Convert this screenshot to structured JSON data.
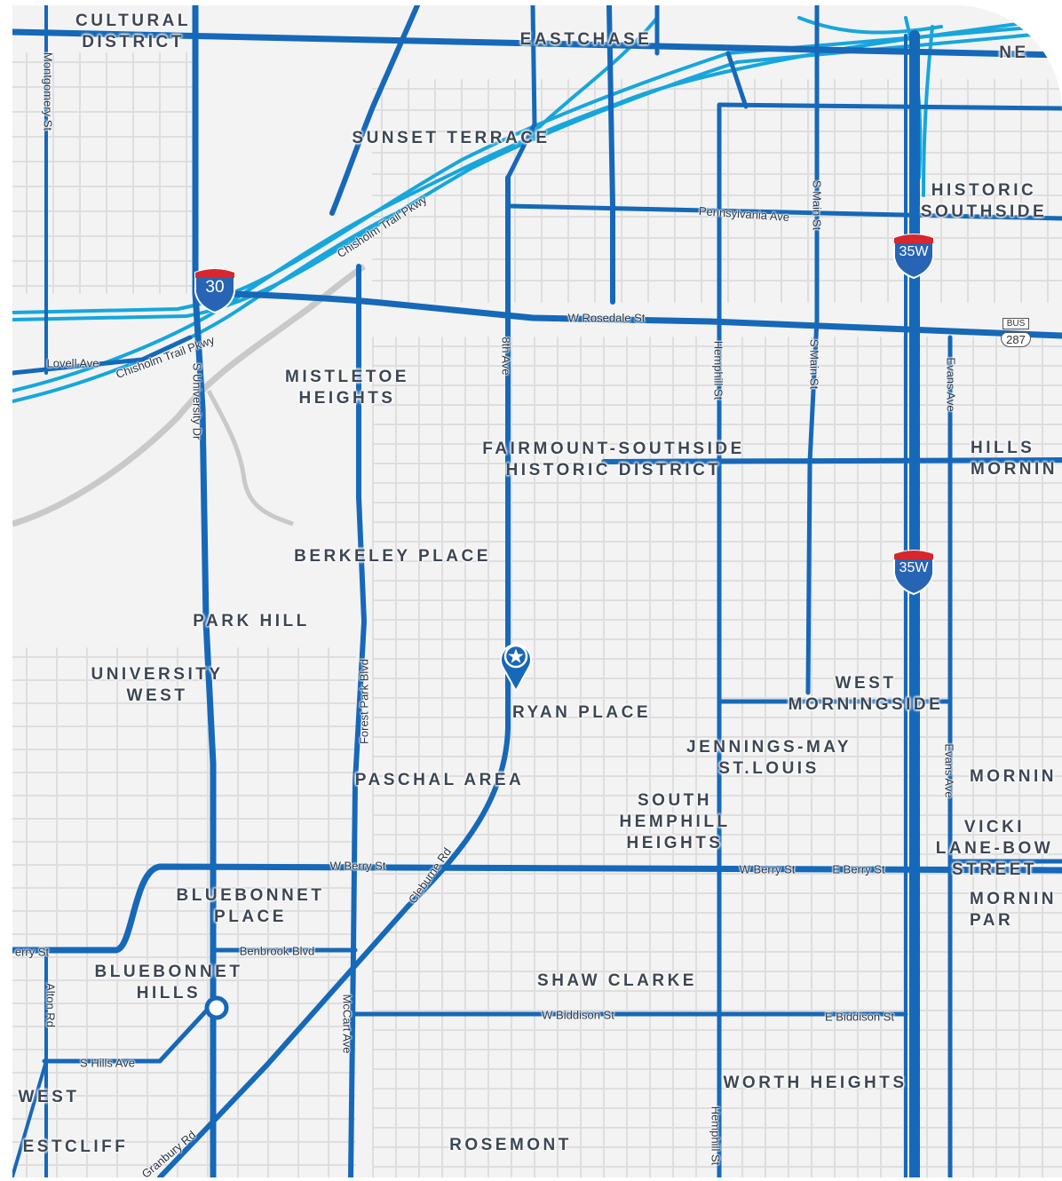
{
  "map": {
    "colors": {
      "background": "#f3f3f3",
      "street_grid": "#dedede",
      "major_road": "#1668b8",
      "freeway_ramp": "#16a6dc",
      "river": "#c9c9c9",
      "label_text": "#3d4654",
      "shield_red": "#d6262e",
      "shield_blue": "#2864b4"
    },
    "neighborhoods": [
      {
        "id": "cultural-district",
        "text": "CULTURAL\nDISTRICT"
      },
      {
        "id": "eastchase",
        "text": "EASTCHASE"
      },
      {
        "id": "ne-partial",
        "text": "NE"
      },
      {
        "id": "sunset-terrace",
        "text": "SUNSET TERRACE"
      },
      {
        "id": "historic-southside",
        "text": "HISTORIC\nSOUTHSIDE"
      },
      {
        "id": "mistletoe-heights",
        "text": "MISTLETOE\nHEIGHTS"
      },
      {
        "id": "fairmount-southside",
        "text": "FAIRMOUNT-SOUTHSIDE\nHISTORIC DISTRICT"
      },
      {
        "id": "hills-morning",
        "text": "HILLS\nMORNIN"
      },
      {
        "id": "berkeley-place",
        "text": "BERKELEY PLACE"
      },
      {
        "id": "park-hill",
        "text": "PARK HILL"
      },
      {
        "id": "university-west",
        "text": "UNIVERSITY\nWEST"
      },
      {
        "id": "ryan-place",
        "text": "RYAN PLACE"
      },
      {
        "id": "west-morningside",
        "text": "WEST\nMORNINGSIDE"
      },
      {
        "id": "jennings-may",
        "text": "JENNINGS-MAY\nST.LOUIS"
      },
      {
        "id": "paschal-area",
        "text": "PASCHAL AREA"
      },
      {
        "id": "south-hemphill",
        "text": "SOUTH\nHEMPHILL\nHEIGHTS"
      },
      {
        "id": "morning-partial",
        "text": "MORNIN"
      },
      {
        "id": "vicki-lane",
        "text": "VICKI\nLANE-BOW\nSTREET"
      },
      {
        "id": "bluebonnet-place",
        "text": "BLUEBONNET\nPLACE"
      },
      {
        "id": "morning-park",
        "text": "MORNIN\nPAR"
      },
      {
        "id": "bluebonnet-hills",
        "text": "BLUEBONNET\nHILLS"
      },
      {
        "id": "shaw-clarke",
        "text": "SHAW CLARKE"
      },
      {
        "id": "worth-heights",
        "text": "WORTH HEIGHTS"
      },
      {
        "id": "west-partial",
        "text": "WEST"
      },
      {
        "id": "westcliff-partial",
        "text": "ESTCLIFF"
      },
      {
        "id": "rosemont",
        "text": "ROSEMONT"
      }
    ],
    "streets": [
      {
        "id": "montgomery-st",
        "text": "Montgomery St"
      },
      {
        "id": "pennsylvania-ave",
        "text": "Pennsylvania Ave"
      },
      {
        "id": "s-main-st-north",
        "text": "S Main St"
      },
      {
        "id": "chisholm-trail-pkwy-1",
        "text": "Chisholm Trail Pkwy"
      },
      {
        "id": "chisholm-trail-pkwy-2",
        "text": "Chisholm Trail Pkwy"
      },
      {
        "id": "w-rosedale-st",
        "text": "W Rosedale St"
      },
      {
        "id": "lovell-ave",
        "text": "Lovell Ave"
      },
      {
        "id": "university-dr",
        "text": "S University Dr"
      },
      {
        "id": "8th-ave",
        "text": "8th Ave"
      },
      {
        "id": "hemphill-st-north",
        "text": "Hemphill St"
      },
      {
        "id": "s-main-st",
        "text": "S Main St"
      },
      {
        "id": "evans-ave-north",
        "text": "Evans Ave"
      },
      {
        "id": "forest-park-blvd",
        "text": "Forest Park Blvd"
      },
      {
        "id": "evans-ave-south",
        "text": "Evans Ave"
      },
      {
        "id": "cleburne-rd",
        "text": "Cleburne Rd"
      },
      {
        "id": "w-berry-st-west",
        "text": "W Berry St"
      },
      {
        "id": "w-berry-st-east",
        "text": "W Berry St"
      },
      {
        "id": "e-berry-st",
        "text": "E Berry St"
      },
      {
        "id": "berry-st-edge",
        "text": "erry St"
      },
      {
        "id": "benbrook-blvd",
        "text": "Benbrook Blvd"
      },
      {
        "id": "alton-rd",
        "text": "Alton Rd"
      },
      {
        "id": "mccart-ave",
        "text": "McCart Ave"
      },
      {
        "id": "w-biddison-st",
        "text": "W Biddison St"
      },
      {
        "id": "e-biddison-st",
        "text": "E Biddison St"
      },
      {
        "id": "s-hills-ave",
        "text": "S Hills Ave"
      },
      {
        "id": "hemphill-st-south",
        "text": "Hemphill St"
      },
      {
        "id": "granbury-rd",
        "text": "Granbury Rd"
      }
    ],
    "shields": [
      {
        "id": "i-30",
        "number": "30"
      },
      {
        "id": "i-35w-north",
        "number": "35W"
      },
      {
        "id": "i-35w-south",
        "number": "35W"
      }
    ],
    "bus_route": {
      "top": "BUS",
      "number": "287"
    },
    "marker": {
      "icon": "star-location-pin-icon"
    }
  }
}
